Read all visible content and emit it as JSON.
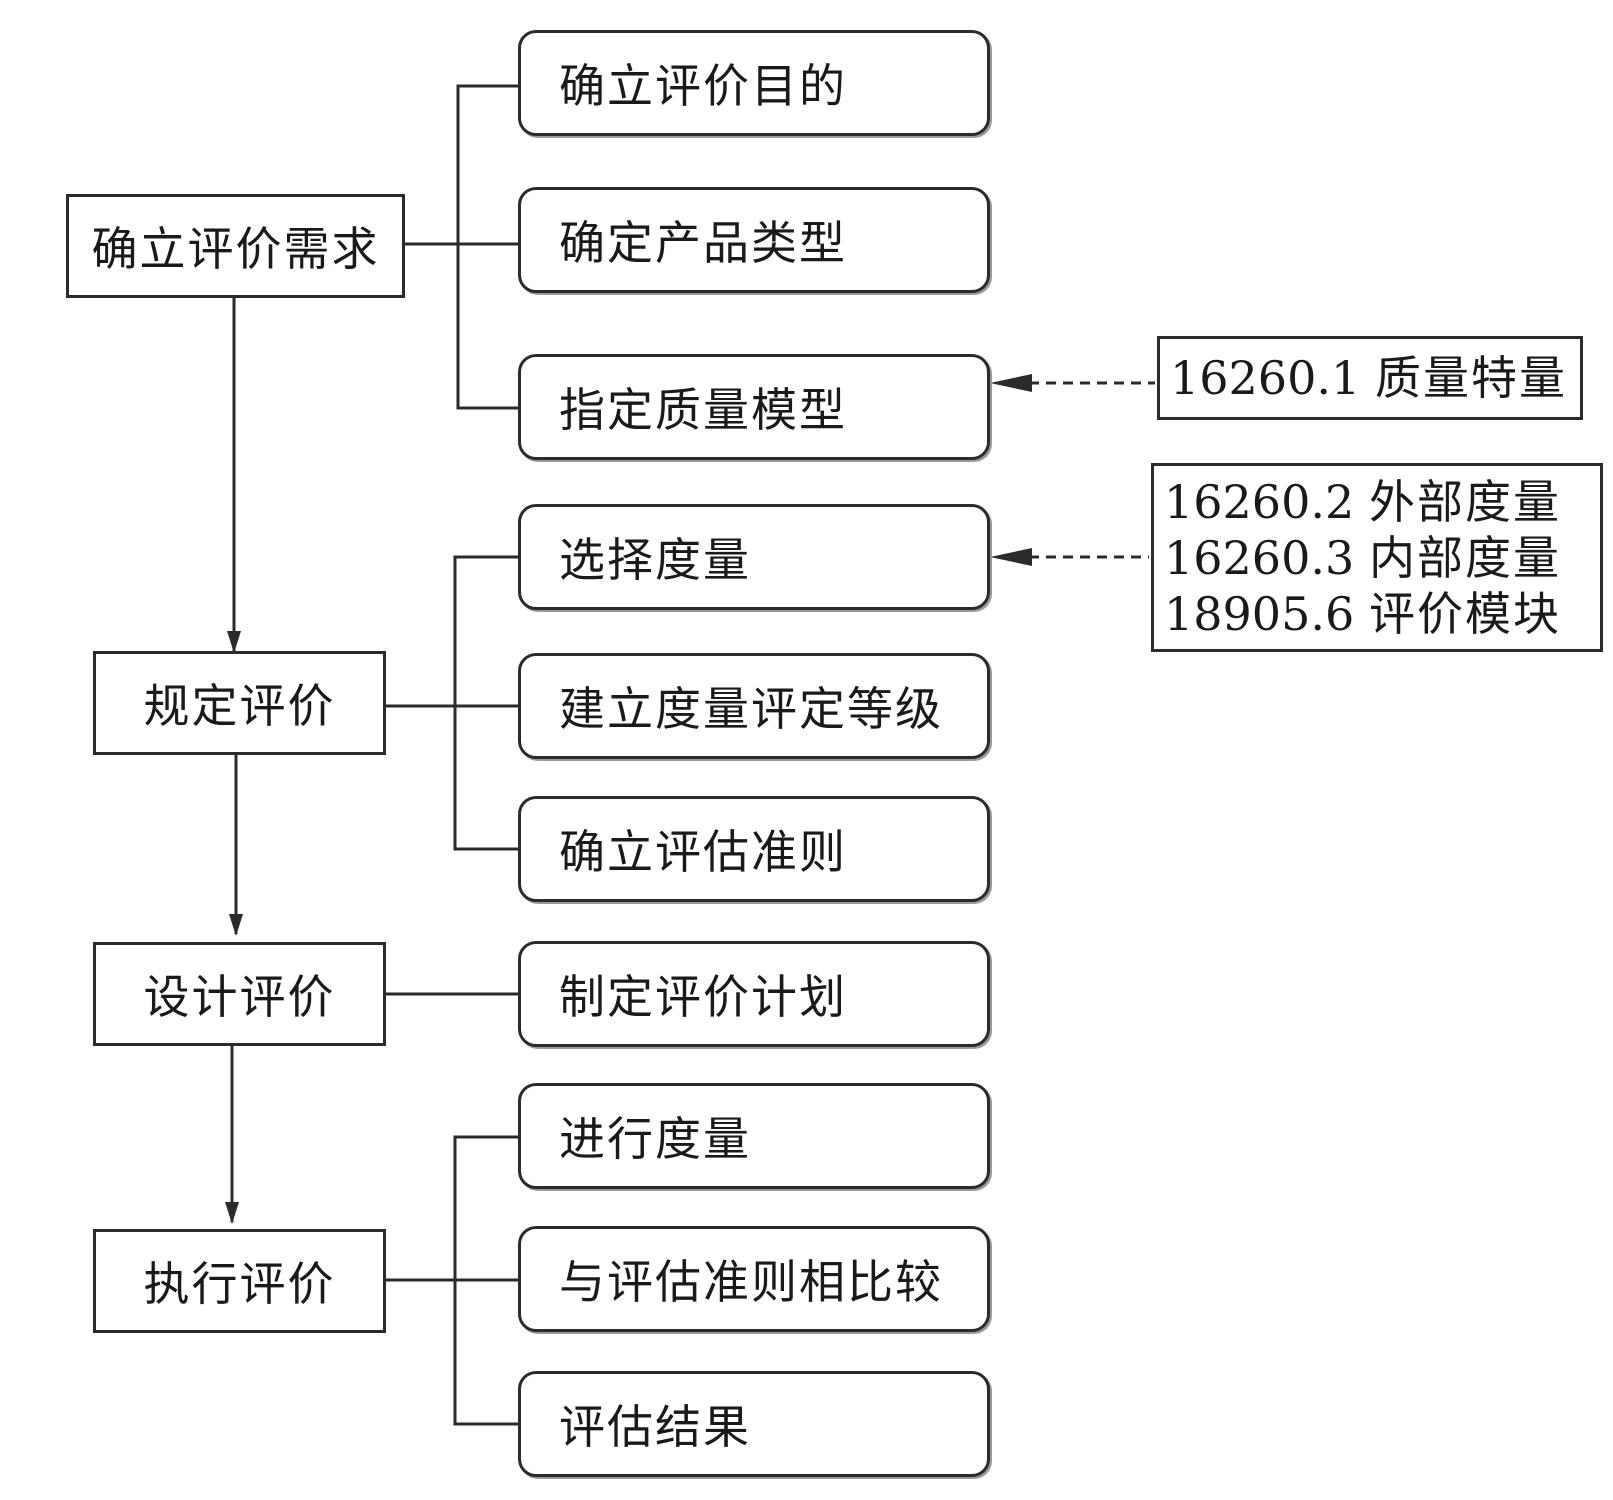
{
  "stages": {
    "s1": "确立评价需求",
    "s2": "规定评价",
    "s3": "设计评价",
    "s4": "执行评价"
  },
  "steps": {
    "a1": "确立评价目的",
    "a2": "确定产品类型",
    "a3": "指定质量模型",
    "b1": "选择度量",
    "b2": "建立度量评定等级",
    "b3": "确立评估准则",
    "c1": "制定评价计划",
    "d1": "进行度量",
    "d2": "与评估准则相比较",
    "d3": "评估结果"
  },
  "references": {
    "quality": [
      {
        "code": "16260.1",
        "name": "质量特量"
      }
    ],
    "metrics": [
      {
        "code": "16260.2",
        "name": "外部度量"
      },
      {
        "code": "16260.3",
        "name": "内部度量"
      },
      {
        "code": "18905.6",
        "name": "评价模块"
      }
    ]
  }
}
